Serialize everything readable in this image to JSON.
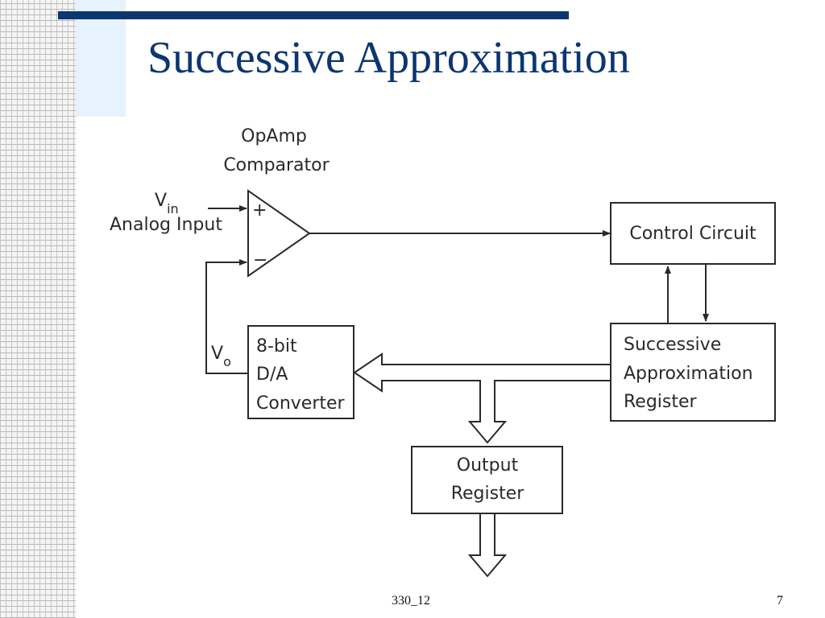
{
  "slide": {
    "title": "Successive Approximation",
    "footer_label": "330_12",
    "page_number": "7"
  },
  "diagram": {
    "comparator_label_line1": "OpAmp",
    "comparator_label_line2": "Comparator",
    "plus_sign": "+",
    "minus_sign": "−",
    "vin_symbol": "V",
    "vin_subscript": "in",
    "analog_input_label": "Analog Input",
    "vo_symbol": "V",
    "vo_subscript": "o",
    "control_circuit": "Control Circuit",
    "sar_line1": "Successive",
    "sar_line2": "Approximation",
    "sar_line3": "Register",
    "dac_line1": "8-bit",
    "dac_line2": "D/A",
    "dac_line3": "Converter",
    "output_line1": "Output",
    "output_line2": "Register"
  },
  "colors": {
    "title": "#0b3670",
    "accent_bar": "#0b3670",
    "side_panel": "#e6f2fd"
  }
}
